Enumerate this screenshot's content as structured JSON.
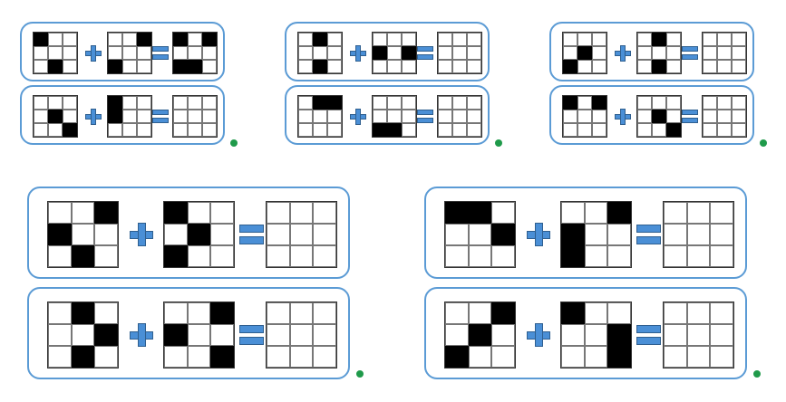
{
  "colors": {
    "frame": "#5b9bd5",
    "operator": "#4a8fd6",
    "filled_cell": "#000000",
    "marker": "#1f9a4a"
  },
  "operators": {
    "plus": "plus-icon",
    "equals": "equals-icon"
  },
  "groups": [
    {
      "size": "small",
      "puzzles": [
        {
          "a": [
            1,
            0,
            0,
            0,
            0,
            0,
            0,
            1,
            0
          ],
          "b": [
            0,
            0,
            1,
            0,
            0,
            0,
            1,
            0,
            0
          ],
          "result": [
            1,
            0,
            1,
            0,
            0,
            0,
            1,
            1,
            0
          ]
        },
        {
          "a": [
            0,
            0,
            0,
            0,
            1,
            0,
            0,
            0,
            1
          ],
          "b": [
            1,
            0,
            0,
            1,
            0,
            0,
            0,
            0,
            0
          ],
          "result": [
            0,
            0,
            0,
            0,
            0,
            0,
            0,
            0,
            0
          ]
        }
      ]
    },
    {
      "size": "small",
      "puzzles": [
        {
          "a": [
            0,
            1,
            0,
            0,
            0,
            0,
            0,
            1,
            0
          ],
          "b": [
            0,
            0,
            0,
            1,
            0,
            1,
            0,
            0,
            0
          ],
          "result": [
            0,
            0,
            0,
            0,
            0,
            0,
            0,
            0,
            0
          ]
        },
        {
          "a": [
            0,
            1,
            1,
            0,
            0,
            0,
            0,
            0,
            0
          ],
          "b": [
            0,
            0,
            0,
            0,
            0,
            0,
            1,
            1,
            0
          ],
          "result": [
            0,
            0,
            0,
            0,
            0,
            0,
            0,
            0,
            0
          ]
        }
      ]
    },
    {
      "size": "small",
      "puzzles": [
        {
          "a": [
            0,
            0,
            0,
            0,
            1,
            0,
            1,
            0,
            0
          ],
          "b": [
            0,
            1,
            0,
            0,
            0,
            0,
            0,
            1,
            0
          ],
          "result": [
            0,
            0,
            0,
            0,
            0,
            0,
            0,
            0,
            0
          ]
        },
        {
          "a": [
            1,
            0,
            1,
            0,
            0,
            0,
            0,
            0,
            0
          ],
          "b": [
            0,
            0,
            0,
            0,
            1,
            0,
            0,
            0,
            1
          ],
          "result": [
            0,
            0,
            0,
            0,
            0,
            0,
            0,
            0,
            0
          ]
        }
      ]
    },
    {
      "size": "large",
      "puzzles": [
        {
          "a": [
            0,
            0,
            1,
            1,
            0,
            0,
            0,
            1,
            0
          ],
          "b": [
            1,
            0,
            0,
            0,
            1,
            0,
            1,
            0,
            0
          ],
          "result": [
            0,
            0,
            0,
            0,
            0,
            0,
            0,
            0,
            0
          ]
        },
        {
          "a": [
            0,
            1,
            0,
            0,
            0,
            1,
            0,
            1,
            0
          ],
          "b": [
            0,
            0,
            1,
            1,
            0,
            0,
            0,
            0,
            1
          ],
          "result": [
            0,
            0,
            0,
            0,
            0,
            0,
            0,
            0,
            0
          ]
        }
      ]
    },
    {
      "size": "large",
      "puzzles": [
        {
          "a": [
            1,
            1,
            0,
            0,
            0,
            1,
            0,
            0,
            0
          ],
          "b": [
            0,
            0,
            1,
            1,
            0,
            0,
            1,
            0,
            0
          ],
          "result": [
            0,
            0,
            0,
            0,
            0,
            0,
            0,
            0,
            0
          ]
        },
        {
          "a": [
            0,
            0,
            1,
            0,
            1,
            0,
            1,
            0,
            0
          ],
          "b": [
            1,
            0,
            0,
            0,
            0,
            1,
            0,
            0,
            1
          ],
          "result": [
            0,
            0,
            0,
            0,
            0,
            0,
            0,
            0,
            0
          ]
        }
      ]
    }
  ]
}
